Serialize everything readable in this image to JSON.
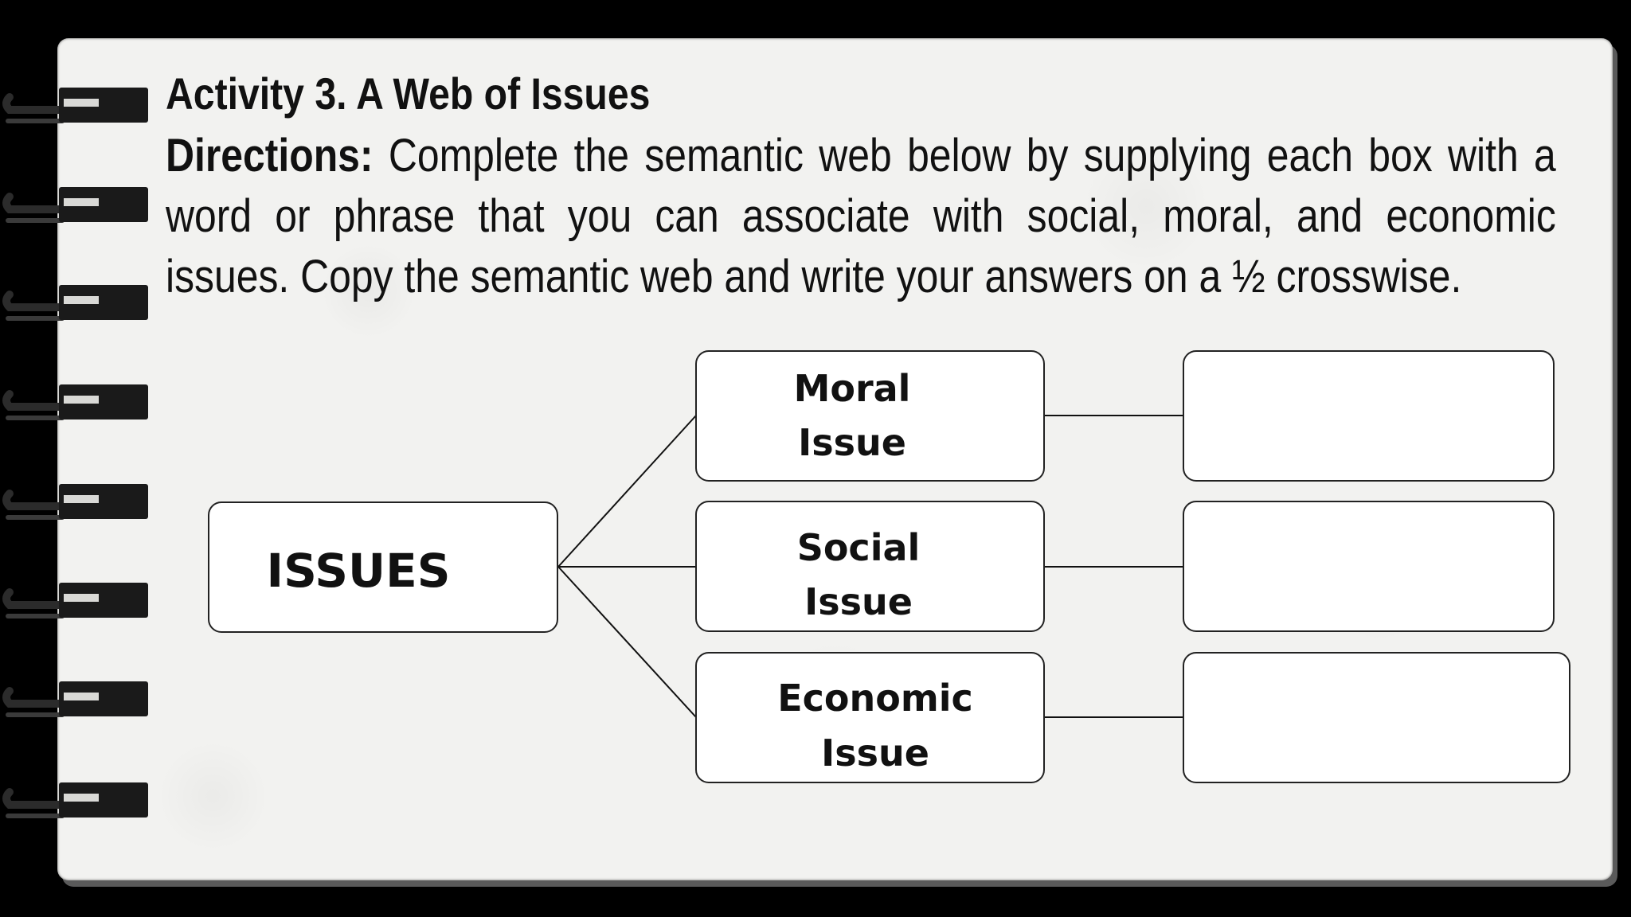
{
  "activity": {
    "title": "Activity 3. A Web of Issues",
    "directions_label": "Directions:",
    "directions_text": " Complete the semantic web below by supplying each box with a word or phrase that you can associate with social, moral, and economic issues. Copy the semantic web and write your answers on a ½ crosswise."
  },
  "web": {
    "center": "ISSUES",
    "branches": [
      {
        "line1": "Moral",
        "line2": "Issue",
        "answer": ""
      },
      {
        "line1": "Social",
        "line2": "Issue",
        "answer": ""
      },
      {
        "line1": "Economic",
        "line2": "Issue",
        "answer": ""
      }
    ]
  }
}
